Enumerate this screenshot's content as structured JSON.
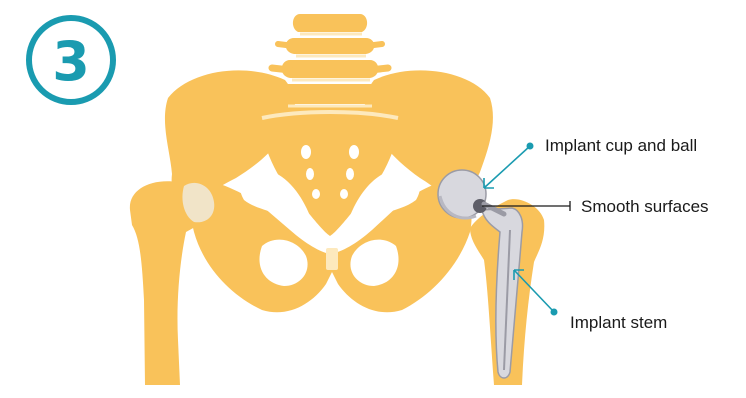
{
  "step": {
    "number": "3"
  },
  "colors": {
    "bone": "#f9c25a",
    "bone_light": "#fde9bd",
    "cartilage": "#f1e4c8",
    "implant": "#d8d8de",
    "implant_dark": "#9b9ba5",
    "accent": "#1a9bb0",
    "text": "#1a1a1a"
  },
  "callouts": {
    "cup_and_ball": "Implant cup and ball",
    "smooth_surfaces": "Smooth surfaces",
    "stem": "Implant stem"
  }
}
